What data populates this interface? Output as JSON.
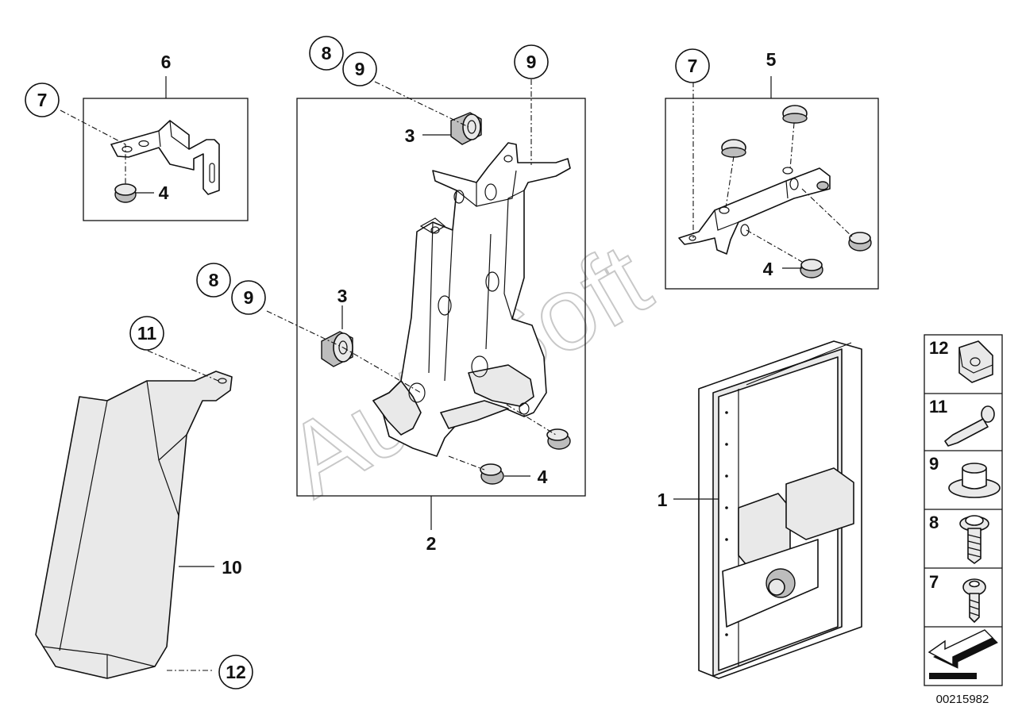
{
  "diagram": {
    "drawing_number": "00215982",
    "watermark": "AutoSoft",
    "callouts": [
      {
        "id": "c1",
        "label": "1",
        "circled": false
      },
      {
        "id": "c2",
        "label": "2",
        "circled": false
      },
      {
        "id": "c3a",
        "label": "3",
        "circled": false
      },
      {
        "id": "c3b",
        "label": "3",
        "circled": false
      },
      {
        "id": "c4a",
        "label": "4",
        "circled": false
      },
      {
        "id": "c4b",
        "label": "4",
        "circled": false
      },
      {
        "id": "c4c",
        "label": "4",
        "circled": false
      },
      {
        "id": "c5",
        "label": "5",
        "circled": false
      },
      {
        "id": "c6",
        "label": "6",
        "circled": false
      },
      {
        "id": "c7a",
        "label": "7",
        "circled": true
      },
      {
        "id": "c7b",
        "label": "7",
        "circled": true
      },
      {
        "id": "c8a",
        "label": "8",
        "circled": true
      },
      {
        "id": "c8b",
        "label": "8",
        "circled": true
      },
      {
        "id": "c9a",
        "label": "9",
        "circled": true
      },
      {
        "id": "c9b",
        "label": "9",
        "circled": true
      },
      {
        "id": "c9c",
        "label": "9",
        "circled": true
      },
      {
        "id": "c10",
        "label": "10",
        "circled": false
      },
      {
        "id": "c11",
        "label": "11",
        "circled": true
      },
      {
        "id": "c12",
        "label": "12",
        "circled": true
      }
    ],
    "legend": [
      {
        "label": "12",
        "icon": "clip-nut-icon"
      },
      {
        "label": "11",
        "icon": "expanding-rivet-icon"
      },
      {
        "label": "9",
        "icon": "rubber-mount-icon"
      },
      {
        "label": "8",
        "icon": "flange-screw-icon"
      },
      {
        "label": "7",
        "icon": "torx-screw-icon"
      },
      {
        "label": "",
        "icon": "direction-arrow-icon"
      }
    ]
  }
}
